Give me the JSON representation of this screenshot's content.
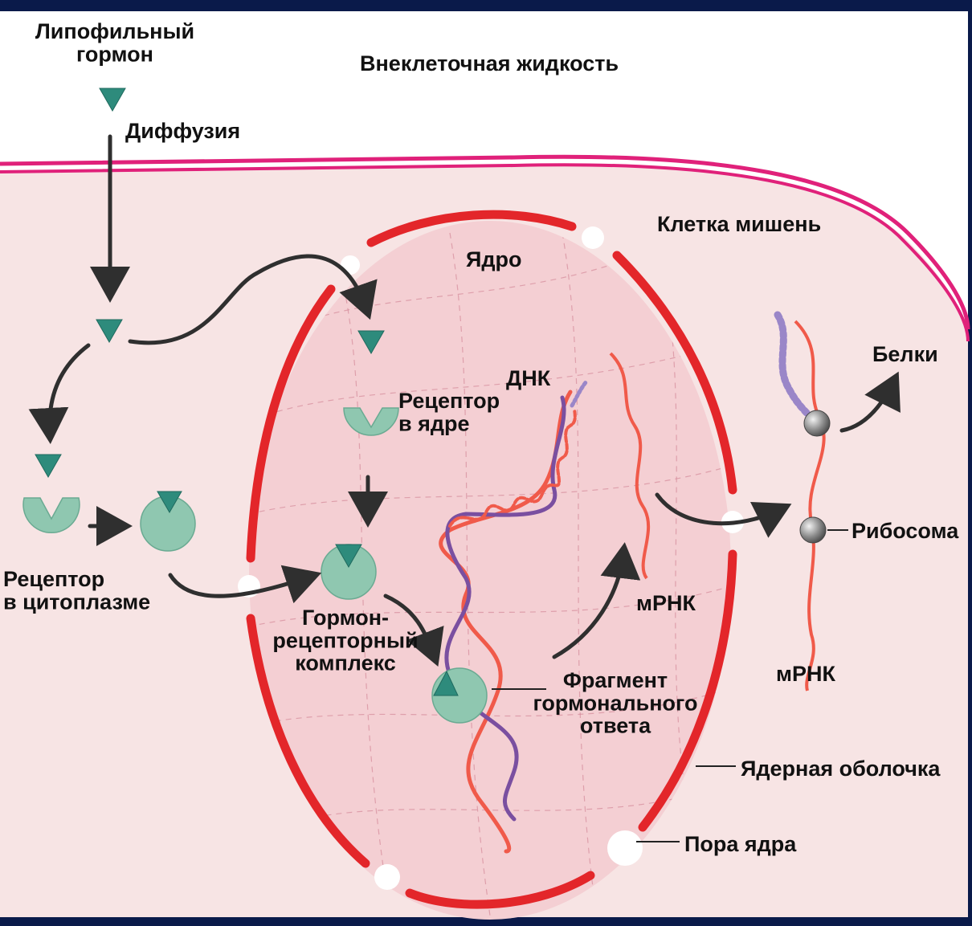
{
  "labels": {
    "hormone": "Липофильный\nгормон",
    "extracellular": "Внеклеточная жидкость",
    "diffusion": "Диффузия",
    "target_cell": "Клетка мишень",
    "nucleus": "Ядро",
    "dna": "ДНК",
    "receptor_nucleus": "Рецептор\nв ядре",
    "receptor_cytoplasm": "Рецептор\nв цитоплазме",
    "complex": "Гормон-\nрецепторный\nкомплекс",
    "response_element": "Фрагмент\nгормонального\nответа",
    "mrna_inner": "мРНК",
    "mrna_outer": "мРНК",
    "proteins": "Белки",
    "ribosome": "Рибосома",
    "nuclear_envelope": "Ядерная оболочка",
    "nuclear_pore": "Пора ядра"
  },
  "colors": {
    "background_frame": "#0a1a4a",
    "cell_fill": "#f7e4e4",
    "extracellular_fill": "#ffffff",
    "membrane": "#e0217a",
    "nuclear_envelope": "#e3262a",
    "nucleus_fill": "#f4cfd3",
    "hormone": "#2e8b7c",
    "receptor": "#8fc7b0",
    "dna_strand_a": "#f05a4a",
    "dna_strand_b": "#7a4fa0",
    "peptide": "#9a86c8"
  },
  "icons": {
    "hormone": "triangle-hormone-icon",
    "receptor": "receptor-cup-icon",
    "ribosome": "ribosome-sphere-icon"
  }
}
